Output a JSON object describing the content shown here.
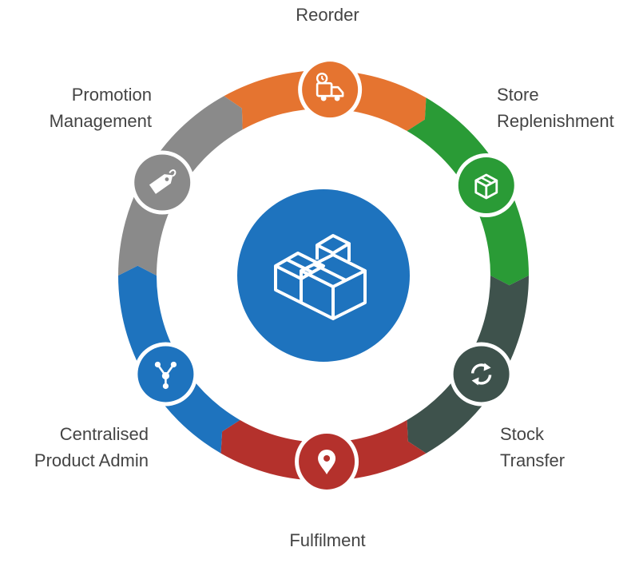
{
  "diagram": {
    "center": {
      "icon": "boxes-icon",
      "color": "#1E73BE"
    },
    "ring_background": "#ffffff",
    "stages": [
      {
        "id": "reorder",
        "lines": [
          "Reorder"
        ],
        "color": "#E57430",
        "icon": "truck-icon"
      },
      {
        "id": "store-replenishment",
        "lines": [
          "Store",
          "Replenishment"
        ],
        "color": "#2A9B36",
        "icon": "box-icon"
      },
      {
        "id": "stock-transfer",
        "lines": [
          "Stock",
          "Transfer"
        ],
        "color": "#3E524C",
        "icon": "refresh-icon"
      },
      {
        "id": "fulfilment",
        "lines": [
          "Fulfilment"
        ],
        "color": "#B4312C",
        "icon": "map-pin-icon"
      },
      {
        "id": "centralised-product-admin",
        "lines": [
          "Centralised",
          "Product Admin"
        ],
        "color": "#1E73BE",
        "icon": "network-icon"
      },
      {
        "id": "promotion-management",
        "lines": [
          "Promotion",
          "Management"
        ],
        "color": "#8A8A8A",
        "icon": "price-tag-icon"
      }
    ]
  }
}
